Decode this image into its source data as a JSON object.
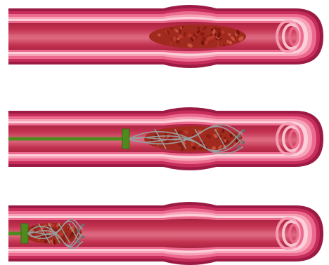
{
  "colors": {
    "wall_dark": "#9b1b44",
    "wall_outer": "#c72d5b",
    "wall_mid": "#ec6a8d",
    "wall_light": "#f6a2b7",
    "wall_pale": "#fccfd9",
    "lumen": "#c2314f",
    "lumen_shade": "#a8223f",
    "lumen_glow": "#de6b82",
    "clot_dark": "#7a1410",
    "clot_mid": "#a02a1e",
    "clot_light": "#c7523e",
    "wire_green": "#4f8a1e",
    "wire_green_dark": "#3a6a12",
    "retriever_wire": "#9a9a9a",
    "retriever_tip": "#6e6e6e"
  },
  "panels": [
    {
      "stage": "clot-occlusion",
      "device": "none",
      "clot_position": "narrowing"
    },
    {
      "stage": "stent-retriever-deployed",
      "device": "retriever",
      "clot_position": "narrowing"
    },
    {
      "stage": "clot-retrieved",
      "device": "retriever",
      "clot_position": "left-end"
    }
  ]
}
